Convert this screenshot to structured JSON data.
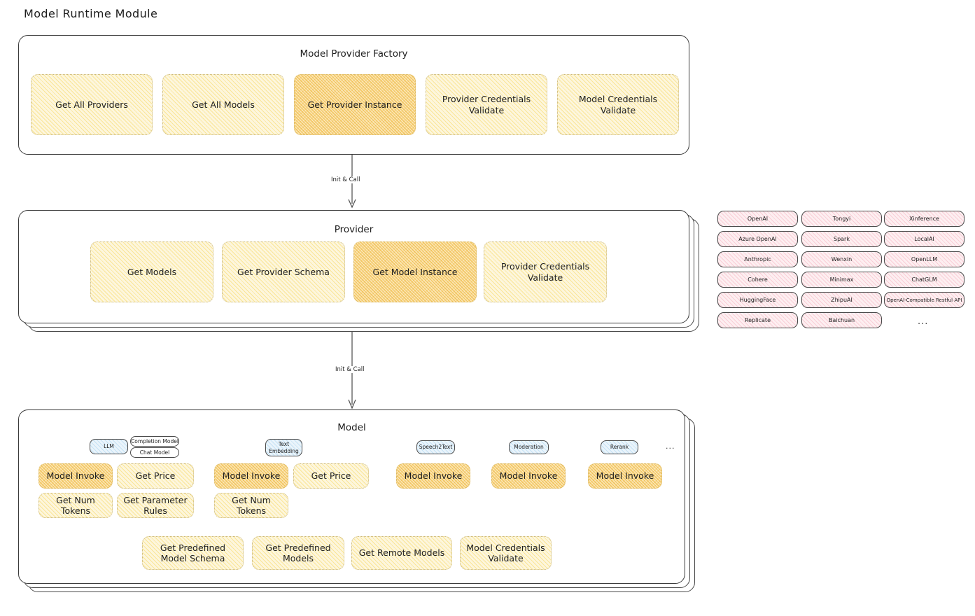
{
  "page": {
    "title": "Model Runtime Module"
  },
  "factory": {
    "title": "Model Provider Factory",
    "nodes": [
      {
        "label": "Get All Providers",
        "highlight": false
      },
      {
        "label": "Get All Models",
        "highlight": false
      },
      {
        "label": "Get Provider Instance",
        "highlight": true
      },
      {
        "label": "Provider Credentials Validate",
        "highlight": false
      },
      {
        "label": "Model Credentials Validate",
        "highlight": false
      }
    ]
  },
  "arrow_top": {
    "label": "Init & Call"
  },
  "provider": {
    "title": "Provider",
    "nodes": [
      {
        "label": "Get Models",
        "highlight": false
      },
      {
        "label": "Get Provider Schema",
        "highlight": false
      },
      {
        "label": "Get Model Instance",
        "highlight": true
      },
      {
        "label": "Provider Credentials Validate",
        "highlight": false
      }
    ]
  },
  "arrow_bottom": {
    "label": "Init & Call"
  },
  "provider_list": {
    "ellipsis": "...",
    "columns": [
      [
        "OpenAI",
        "Azure OpenAI",
        "Anthropic",
        "Cohere",
        "HuggingFace",
        "Replicate"
      ],
      [
        "Tongyi",
        "Spark",
        "Wenxin",
        "Minimax",
        "ZhipuAI",
        "Baichuan"
      ],
      [
        "Xinference",
        "LocalAI",
        "OpenLLM",
        "ChatGLM",
        "OpenAI-Compatible Restful API"
      ]
    ]
  },
  "model": {
    "title": "Model",
    "ellipsis": "...",
    "types": [
      {
        "name": "LLM",
        "style": "blue",
        "sub": [
          "Completion Model",
          "Chat Model"
        ]
      },
      {
        "name": "Text Embedding",
        "style": "blue",
        "sub": []
      },
      {
        "name": "Speech2Text",
        "style": "blue",
        "sub": []
      },
      {
        "name": "Moderation",
        "style": "blue",
        "sub": []
      },
      {
        "name": "Rerank",
        "style": "blue",
        "sub": []
      }
    ],
    "llm_nodes": [
      {
        "label": "Model Invoke",
        "highlight": true
      },
      {
        "label": "Get Price",
        "highlight": false
      },
      {
        "label": "Get Num Tokens",
        "highlight": false
      },
      {
        "label": "Get Parameter Rules",
        "highlight": false
      }
    ],
    "embedding_nodes": [
      {
        "label": "Model Invoke",
        "highlight": true
      },
      {
        "label": "Get Price",
        "highlight": false
      },
      {
        "label": "Get Num Tokens",
        "highlight": false
      }
    ],
    "speech2text_nodes": [
      {
        "label": "Model Invoke",
        "highlight": true
      }
    ],
    "moderation_nodes": [
      {
        "label": "Model Invoke",
        "highlight": true
      }
    ],
    "rerank_nodes": [
      {
        "label": "Model Invoke",
        "highlight": true
      }
    ],
    "common_nodes": [
      {
        "label": "Get Predefined Model Schema",
        "highlight": false
      },
      {
        "label": "Get Predefined Models",
        "highlight": false
      },
      {
        "label": "Get Remote Models",
        "highlight": false
      },
      {
        "label": "Model Credentials Validate",
        "highlight": false
      }
    ]
  },
  "colors": {
    "node_fill": "#fdf6dd",
    "node_highlight_fill": "#fbe6b4",
    "node_border": "#c9b679",
    "chip_pink_fill": "#fdeff1",
    "chip_blue_fill": "#eaf4fb",
    "panel_border": "#3a3a3a",
    "text": "#1e1e1e"
  }
}
